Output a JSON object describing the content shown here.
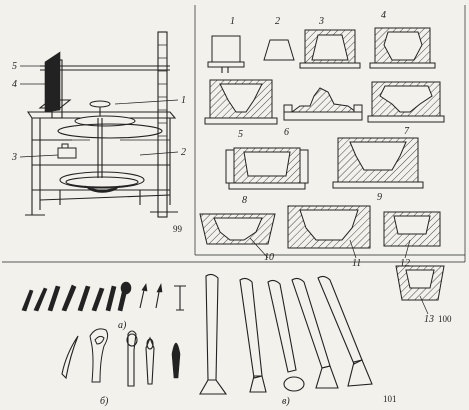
{
  "figures": {
    "fig99": {
      "number": "99",
      "callouts": [
        "5",
        "4",
        "1",
        "3",
        "2"
      ]
    },
    "fig100": {
      "number": "100",
      "labels": [
        "1",
        "2",
        "3",
        "4",
        "5",
        "6",
        "7",
        "8",
        "9",
        "10",
        "11",
        "12",
        "13"
      ]
    },
    "fig101": {
      "number": "101",
      "groups": [
        "а)",
        "б)",
        "в)"
      ]
    }
  }
}
